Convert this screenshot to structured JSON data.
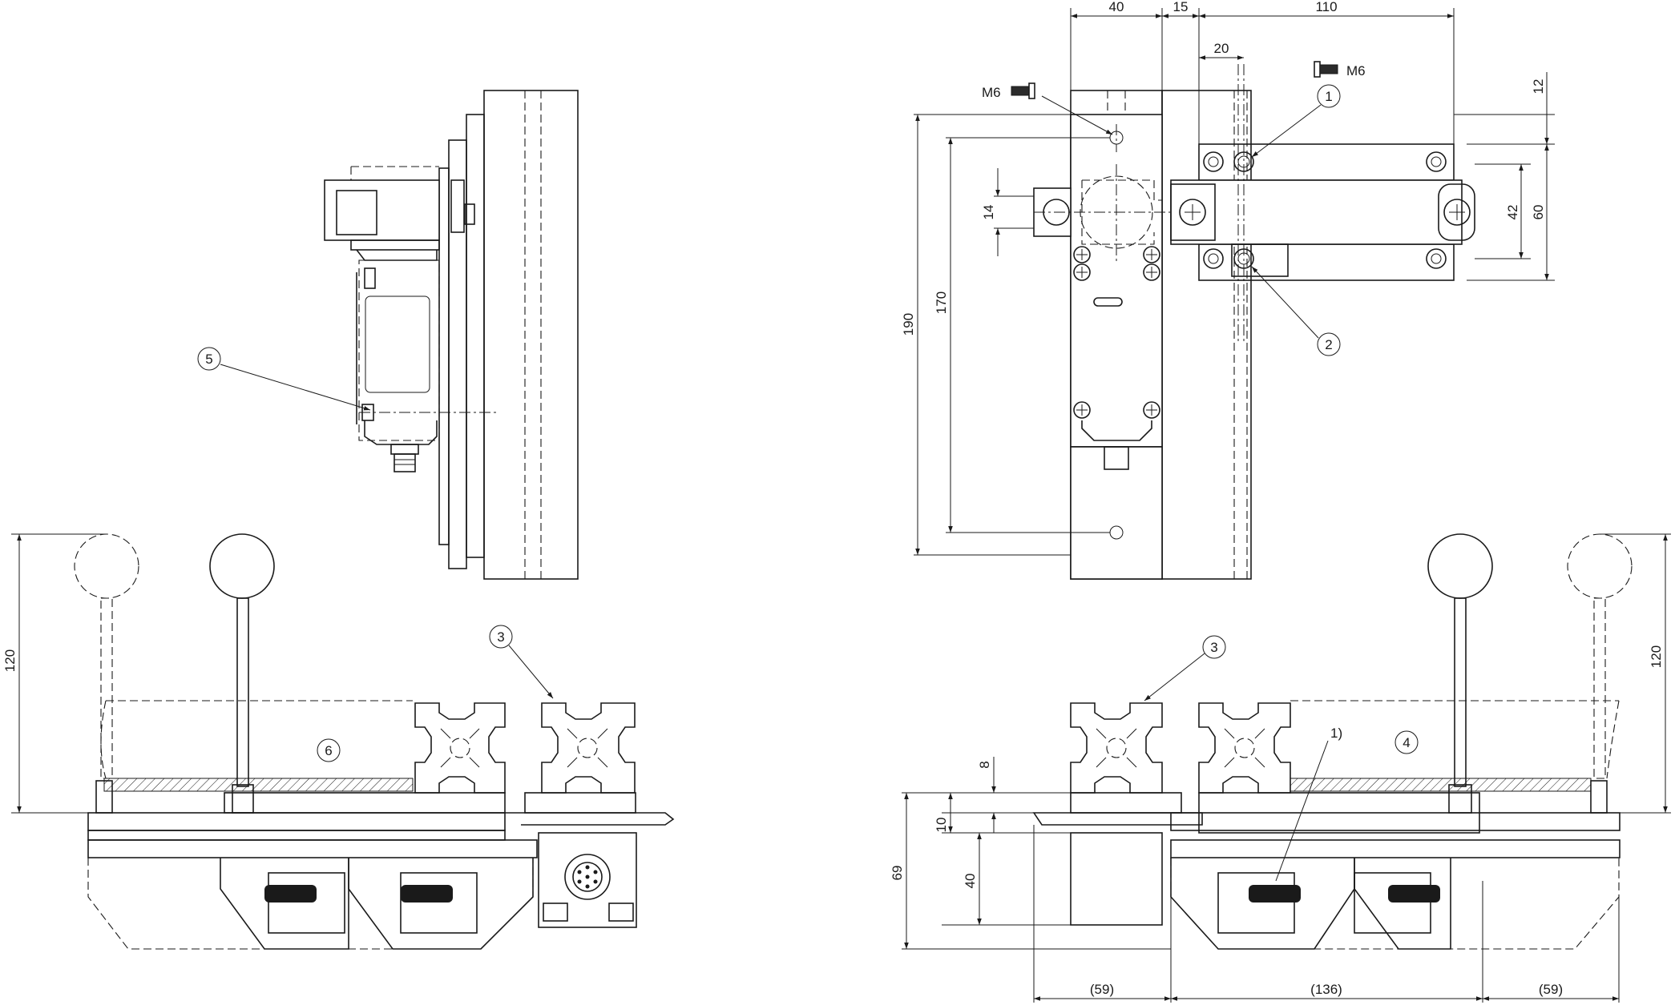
{
  "dimensions": {
    "top_40": "40",
    "top_15": "15",
    "top_110": "110",
    "dim_20": "20",
    "dim_12": "12",
    "dim_60": "60",
    "dim_42": "42",
    "dim_14": "14",
    "dim_190": "190",
    "dim_170": "170",
    "left_120": "120",
    "right_120": "120",
    "dim_8": "8",
    "dim_10": "10",
    "dim_40": "40",
    "dim_69": "69",
    "bottom_59_left": "(59)",
    "bottom_136": "(136)",
    "bottom_59_right": "(59)"
  },
  "screw_labels": {
    "m6_left": "M6",
    "m6_right": "M6"
  },
  "callouts": {
    "c1": "1",
    "c2": "2",
    "c3_left": "3",
    "c3_right": "3",
    "c4": "4",
    "c5": "5",
    "c6": "6",
    "note_1": "1)"
  },
  "colors": {
    "line": "#1a1a1a",
    "background": "#ffffff",
    "hatch": "#1a1a1a"
  }
}
